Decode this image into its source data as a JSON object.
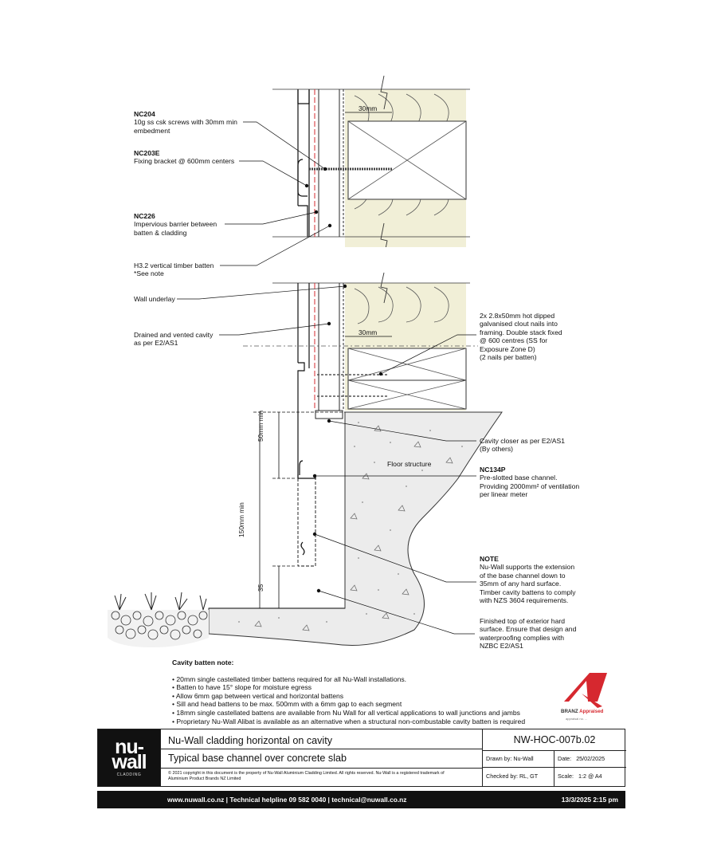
{
  "labels": {
    "nc204_code": "NC204",
    "nc204_text1": "10g ss csk screws with 30mm min",
    "nc204_text2": "embedment",
    "nc203e_code": "NC203E",
    "nc203e_text": "Fixing bracket @ 600mm centers",
    "nc226_code": "NC226",
    "nc226_text1": "Impervious barrier between",
    "nc226_text2": "batten & cladding",
    "batten_text1": "H3.2 vertical timber batten",
    "batten_text2": "*See note",
    "underlay": "Wall underlay",
    "cavity_text1": "Drained and vented cavity",
    "cavity_text2": "as per  E2/AS1",
    "nails_text1": "2x 2.8x50mm hot dipped",
    "nails_text2": "galvanised clout nails into",
    "nails_text3": "framing. Double stack fixed",
    "nails_text4": "@ 600 centres (SS for",
    "nails_text5": "Exposure Zone D)",
    "nails_text6": "(2 nails per batten)",
    "closer_text1": "Cavity closer as per E2/AS1",
    "closer_text2": "(By others)",
    "floor": "Floor structure",
    "nc134p_code": "NC134P",
    "nc134p_text1": "Pre-slotted base channel.",
    "nc134p_text2": "Providing 2000mm² of ventilation",
    "nc134p_text3": "per linear meter",
    "note_head": "NOTE",
    "note_text1": "Nu-Wall supports the extension",
    "note_text2": "of the base channel down to",
    "note_text3": "35mm of any hard surface.",
    "note_text4": "Timber cavity battens to comply",
    "note_text5": "with NZS 3604 requirements.",
    "finished_text1": "Finished top of exterior hard",
    "finished_text2": "surface. Ensure that design and",
    "finished_text3": "waterproofing complies with",
    "finished_text4": "NZBC E2/AS1"
  },
  "dimensions": {
    "gap_top": "30mm",
    "gap_lower": "30mm",
    "min_50": "50mm min",
    "min_150": "150mm min",
    "d35": "35"
  },
  "notes": {
    "heading": "Cavity batten note:",
    "items": [
      "20mm single castellated timber battens required for all Nu-Wall installations.",
      "Batten to have 15° slope for moisture egress",
      "Allow 6mm gap between vertical and horizontal battens",
      "Sill and head battens to be max. 500mm with a 6mm gap to each segment",
      "18mm single castellated battens are available from Nu Wall for all vertical applications to wall junctions and jambs",
      "Proprietary Nu-Wall Alibat is available as an alternative when a structural non-combustable cavity batten is required"
    ]
  },
  "branz": {
    "brand": "BRANZ",
    "status": "Appraised",
    "sub": "appraisal no. ..."
  },
  "title_block": {
    "logo_line1": "nu-",
    "logo_line2": "wall",
    "logo_sub": "CLADDING",
    "title1": "Nu-Wall cladding horizontal on cavity",
    "title2": "Typical base channel over concrete slab",
    "copyright": "© 2021 copyright in this document is the property of Nu-Wall Aluminium Cladding Limited. All rights reserved. Nu-Wall is a registered trademark of Aluminium Product Brands NZ Limited",
    "code": "NW-HOC-007b.02",
    "drawn_by": "Drawn by: Nu-Wall",
    "date_label": "Date:",
    "date": "25/02/2025",
    "checked_by": "Checked by: RL, GT",
    "scale_label": "Scale:",
    "scale": "1:2 @ A4"
  },
  "footer": {
    "contact": "www.nuwall.co.nz  |  Technical helpline 09 582 0040  |  technical@nuwall.co.nz",
    "timestamp": "13/3/2025 2:15 pm"
  },
  "colors": {
    "insulation": "#f1efd7",
    "barrier_red": "#d6282f",
    "concrete": "#ececec",
    "black": "#111111"
  }
}
